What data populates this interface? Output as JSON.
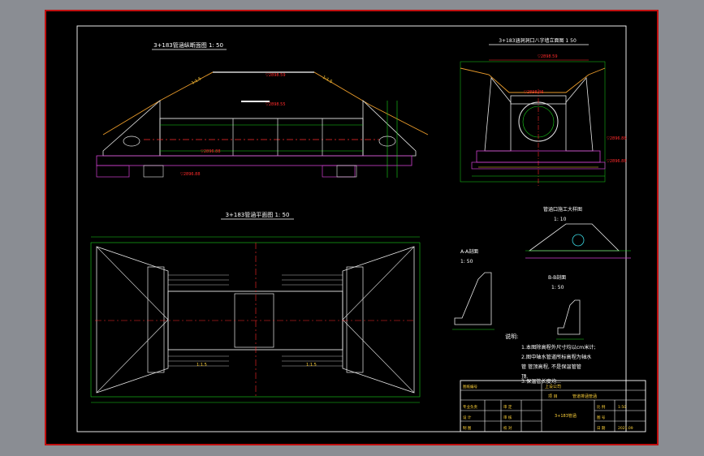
{
  "drawing": {
    "colors": {
      "viewport_bg": "#8a8d93",
      "sheet_bg": "#000000",
      "border_red": "#c01010",
      "frame": "#ffffff",
      "structure_white": "#e8e8e8",
      "dim_green": "#19d419",
      "hatch_magenta": "#d040d0",
      "axis_red": "#ff2a2a",
      "ground_orange": "#e89a2a",
      "label_yellow": "#ffd23a",
      "concrete_cyan": "#3ad6e0"
    },
    "views": {
      "longitudinal_title": "3+183管涵纵断面图 1: 50",
      "plan_title": "3+183管涵平面图 1: 50",
      "headwall_title": "3+183涵洞洞口八字墙立面图  1  50",
      "pipe_detail_title": "管涵口施工大样图",
      "pipe_detail_scale": "1: 10",
      "section_aa_title": "A-A剖面",
      "section_aa_scale": "1: 50",
      "section_bb_title": "B-B剖面",
      "section_bb_scale": "1: 50"
    },
    "elevation_labels": {
      "top_of_fill": "▽2898.59",
      "pipe_top": "▽2898.55",
      "invert": "▽2896.88",
      "foundation": "▽2896.88",
      "left_wing_base": "▽2896.88",
      "headwall_top": "▽2898.46",
      "headwall_mid": "▽2896.88",
      "headwall_base": "▽2896.88"
    },
    "slope_labels": {
      "left": "1:1.5",
      "right": "1:1.5",
      "plan_left": "1:1.5",
      "plan_right": "1:1.5"
    },
    "notes": {
      "heading": "说明:",
      "items": [
        "1.本图除高程外尺寸均以cm米计;",
        "2.图中轴水管道所标高程为轴水",
        "  管 管顶高程, 不是保温管管",
        "  顶.",
        "3.保温管长度均..."
      ]
    },
    "title_block": {
      "unit": "上设公司",
      "project_label": "项 目",
      "project": "管道排涵管涵",
      "drawing_name": "3+183管涵",
      "rows": [
        {
          "left_label": "专业负责",
          "mid_label": "审 定",
          "right_label": "比 例",
          "right_value": "1:50"
        },
        {
          "left_label": "设 计",
          "mid_label": "审 核",
          "right_label": "图 号",
          "right_value": ""
        },
        {
          "left_label": "制 图",
          "mid_label": "校 对",
          "right_label": "日 期",
          "right_value": "2021.09"
        }
      ],
      "stamp": "图纸编号"
    }
  }
}
